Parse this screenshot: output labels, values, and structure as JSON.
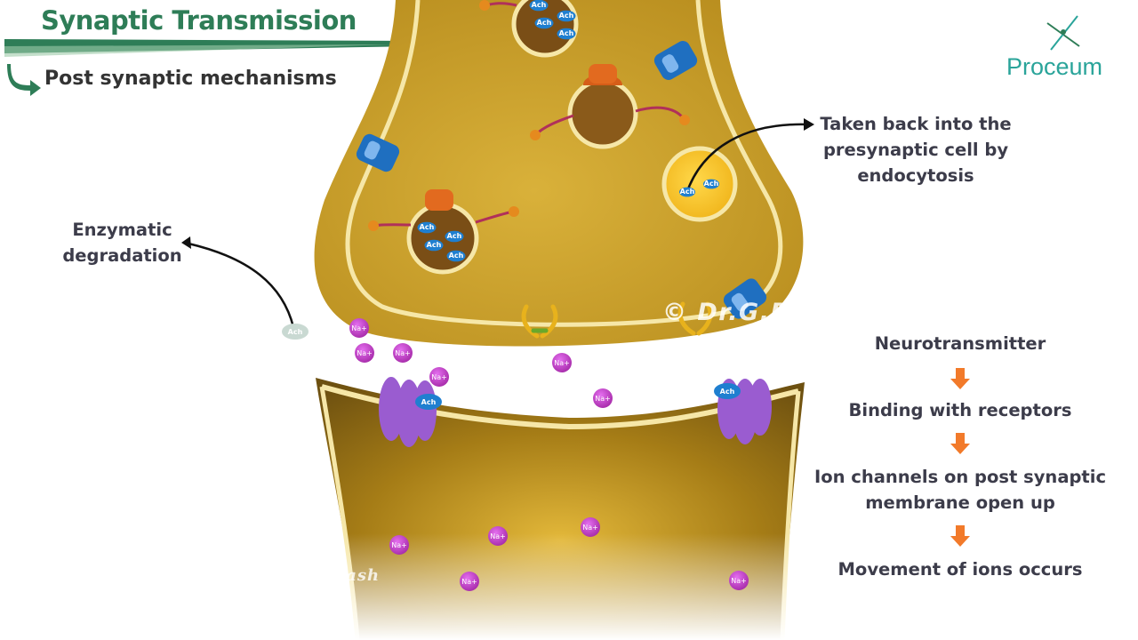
{
  "header": {
    "title": "Synaptic Transmission",
    "subtitle": "Post synaptic mechanisms"
  },
  "brand": {
    "logo_text": "Proceum"
  },
  "annotations": {
    "endocytosis": [
      "Taken back into the",
      "presynaptic cell by",
      "endocytosis"
    ],
    "enzymatic": [
      "Enzymatic",
      "degradation"
    ]
  },
  "flow_steps": [
    {
      "text": [
        "Neurotransmitter"
      ]
    },
    {
      "text": [
        "Binding with receptors"
      ]
    },
    {
      "text": [
        "Ion channels on post synaptic",
        "membrane open up"
      ]
    },
    {
      "text": [
        "Movement of ions occurs"
      ]
    }
  ],
  "watermarks": {
    "center": "© Dr.G.Bhanu Prakash",
    "bottom": "©Copyright @Dr.G.Bhanu Prakash"
  },
  "labels": {
    "sodium": "Na+",
    "acetylcholine": "Ach"
  },
  "colors": {
    "title_green": "#2e7d57",
    "cell_gold": "#c9a02a",
    "cell_dark": "#a07a12",
    "membrane": "#f6e7a8",
    "sodium_purple": "#c040c8",
    "receptor_purple": "#9a5cd0",
    "channel_blue": "#1f6fc0",
    "arrow_orange": "#f27a2a"
  },
  "icons": [
    "curved-arrow-icon",
    "down-arrow-icon",
    "proceum-logo-icon"
  ]
}
